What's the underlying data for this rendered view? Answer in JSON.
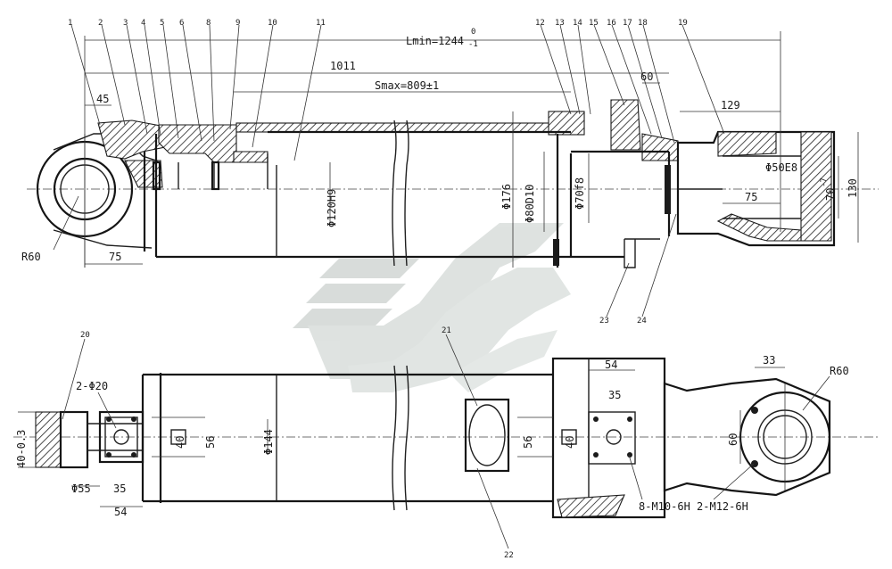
{
  "part_numbers": [
    "1",
    "2",
    "3",
    "4",
    "5",
    "6",
    "8",
    "9",
    "10",
    "11",
    "12",
    "13",
    "14",
    "15",
    "16",
    "17",
    "18",
    "19",
    "20",
    "21",
    "22",
    "23",
    "24"
  ],
  "dimensions": {
    "lmin": "Lmin=1244",
    "lmin_tol_upper": "0",
    "lmin_tol_lower": "-1",
    "d1011": "1011",
    "smax": "Smax=809±1",
    "d45": "45",
    "d75_left": "75",
    "r60_left": "R60",
    "bore": "Φ120H9",
    "d176": "Φ176",
    "d80": "Φ80D10",
    "d70": "Φ70f8",
    "d60": "60",
    "d129": "129",
    "d50": "Φ50E8",
    "d75_right": "75",
    "d70_7": "70",
    "d70_7_sup": "-7",
    "d130": "130",
    "port_holes": "2-Φ20",
    "d40_left": "40",
    "d56_left": "56",
    "d144": "Φ144",
    "d35_left": "35",
    "d54_left": "54",
    "d55": "Φ55",
    "d40_03": "40-0.3",
    "d56_mid": "56",
    "d40_mid": "40",
    "d35_right": "35",
    "d54_right": "54",
    "d33": "33",
    "r60_right": "R60",
    "d60_right": "60",
    "threads": "8-M10-6H 2-M12-6H"
  }
}
